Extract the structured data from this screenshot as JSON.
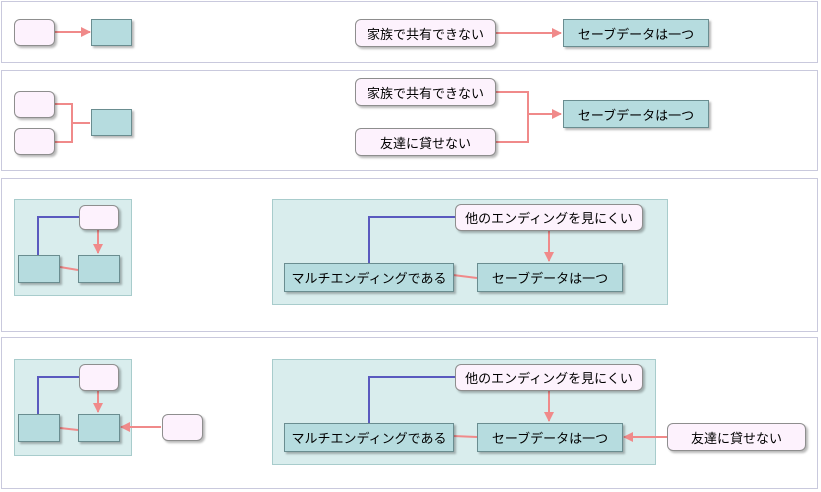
{
  "colors": {
    "cause_fill": "#fdf2fd",
    "effect_fill": "#b6dcdf",
    "group_fill": "#d9eded",
    "arrow": "#f08a8a",
    "line": "#5a5abf"
  },
  "nodes": {
    "cannot_share_family": "家族で共有できない",
    "one_save_data": "セーブデータは一つ",
    "cannot_lend_friend": "友達に貸せない",
    "hard_to_see_endings": "他のエンディングを見にくい",
    "multi_ending": "マルチエンディングである"
  },
  "diagrams": [
    {
      "id": "single-cause",
      "nodes": [
        "cannot_share_family",
        "one_save_data"
      ]
    },
    {
      "id": "two-causes",
      "nodes": [
        "cannot_share_family",
        "cannot_lend_friend",
        "one_save_data"
      ]
    },
    {
      "id": "ending-chain",
      "nodes": [
        "hard_to_see_endings",
        "one_save_data",
        "multi_ending"
      ]
    },
    {
      "id": "ending-chain-with-lending",
      "nodes": [
        "hard_to_see_endings",
        "one_save_data",
        "multi_ending",
        "cannot_lend_friend"
      ]
    }
  ]
}
